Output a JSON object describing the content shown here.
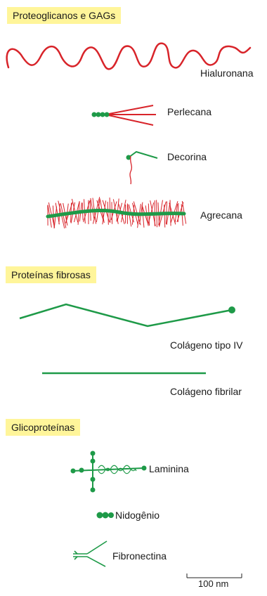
{
  "colors": {
    "gag": "#d8242a",
    "protein": "#1e9a48",
    "header_bg": "#fff59a"
  },
  "sections": [
    {
      "title": "Proteoglicanos e GAGs",
      "items": [
        "Hialuronana",
        "Perlecana",
        "Decorina",
        "Agrecana"
      ]
    },
    {
      "title": "Proteínas fibrosas",
      "items": [
        "Colágeno tipo IV",
        "Colágeno fibrilar"
      ]
    },
    {
      "title": "Glicoproteínas",
      "items": [
        "Laminina",
        "Nidogênio",
        "Fibronectina"
      ]
    }
  ],
  "scale_bar": {
    "label": "100 nm"
  }
}
